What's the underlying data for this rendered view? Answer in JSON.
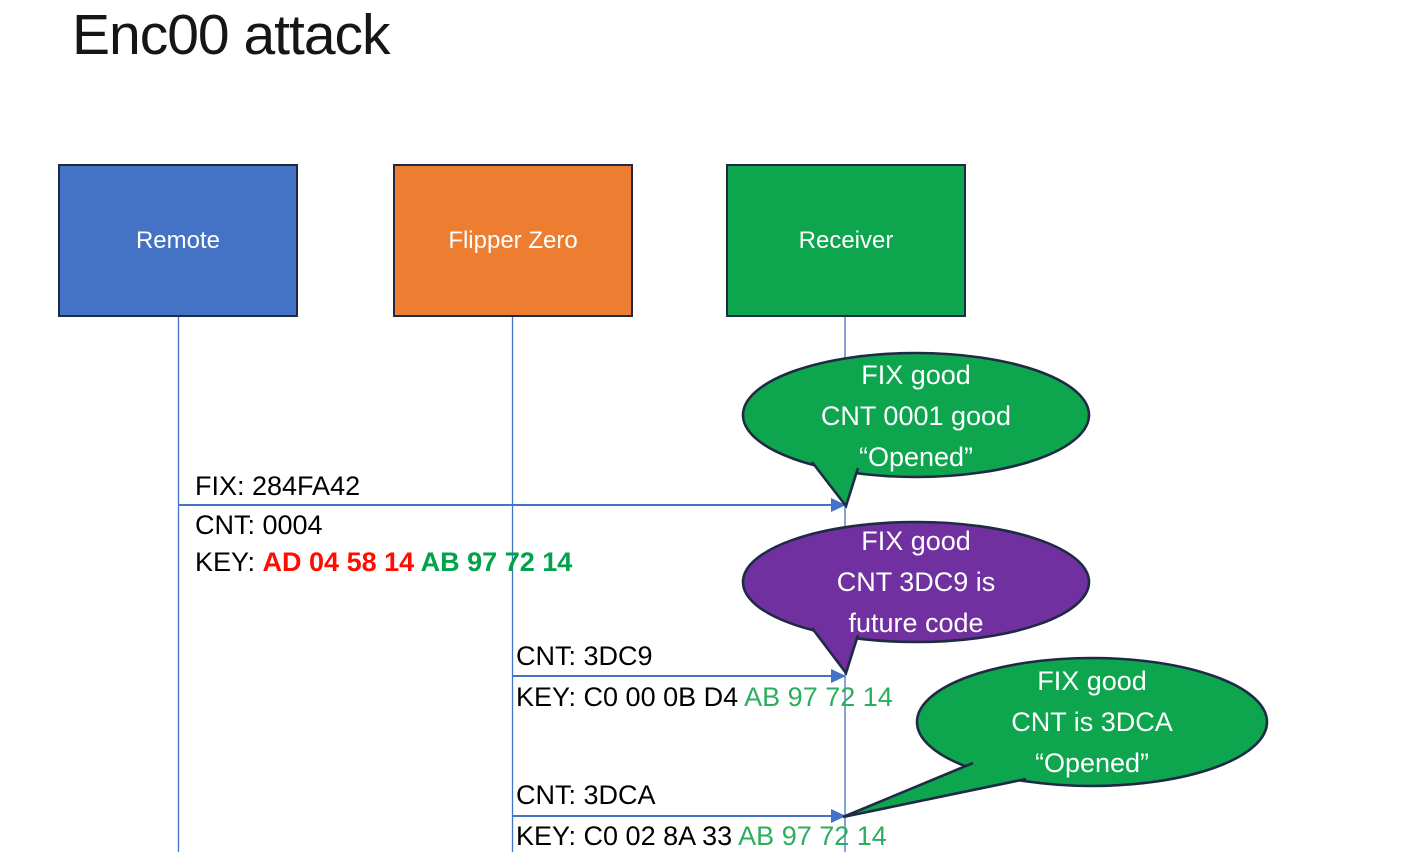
{
  "slide": {
    "title": "Enc00 attack",
    "background_color": "#ffffff"
  },
  "actors": [
    {
      "id": "remote",
      "label": "Remote",
      "fill": "#4472C4",
      "border": "#1F2A44",
      "text_color": "#ffffff"
    },
    {
      "id": "flipper-zero",
      "label": "Flipper Zero",
      "fill": "#ED7D31",
      "border": "#1F2A44",
      "text_color": "#ffffff"
    },
    {
      "id": "receiver",
      "label": "Receiver",
      "fill": "#0DA64F",
      "border": "#1F2A44",
      "text_color": "#ffffff"
    }
  ],
  "messages": [
    {
      "from": "remote",
      "to": "receiver",
      "label_above": "FIX: 284FA42",
      "label_below_1": "CNT: 0004",
      "key_line": {
        "parts": [
          {
            "text": "KEY: ",
            "color": "#000000",
            "bold": false
          },
          {
            "text": "AD 04 58 14 ",
            "color": "#FF0D00",
            "bold": true
          },
          {
            "text": "AB 97 72 14",
            "color": "#00A24B",
            "bold": true
          }
        ]
      }
    },
    {
      "from": "flipper-zero",
      "to": "receiver",
      "label_above": "CNT: 3DC9",
      "key_line": {
        "parts": [
          {
            "text": "KEY: C0 00 0B D4 ",
            "color": "#000000",
            "bold": false
          },
          {
            "text": "AB 97 72 14",
            "color": "#2BAE5D",
            "bold": false
          }
        ]
      }
    },
    {
      "from": "flipper-zero",
      "to": "receiver",
      "label_above": "CNT: 3DCA",
      "key_line": {
        "parts": [
          {
            "text": "KEY: C0 02 8A 33 ",
            "color": "#000000",
            "bold": false
          },
          {
            "text": "AB 97 72 14",
            "color": "#2BAE5D",
            "bold": false
          }
        ]
      }
    }
  ],
  "callouts": [
    {
      "color_name": "green",
      "fill": "#0DA64F",
      "border": "#1F2A44",
      "lines": [
        "FIX good",
        "CNT 0001 good",
        "“Opened”"
      ]
    },
    {
      "color_name": "purple",
      "fill": "#7030A0",
      "border": "#1F2A44",
      "lines": [
        "FIX good",
        "CNT 3DC9 is",
        "future code"
      ]
    },
    {
      "color_name": "green",
      "fill": "#0DA64F",
      "border": "#1F2A44",
      "lines": [
        "FIX good",
        "CNT is 3DCA",
        "“Opened”"
      ]
    }
  ],
  "colors": {
    "arrow_blue": "#4472C4",
    "red_key": "#FF0D00",
    "green_key_bold": "#00A24B",
    "green_key": "#2BAE5D"
  }
}
